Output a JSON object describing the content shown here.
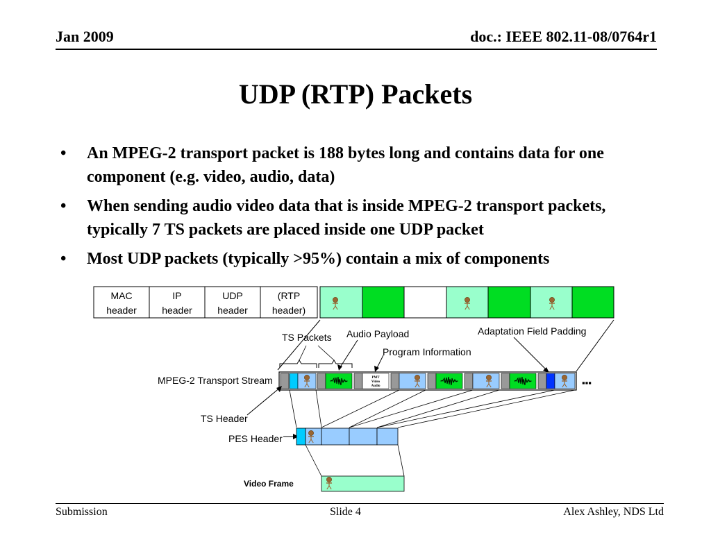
{
  "header": {
    "date": "Jan 2009",
    "doc": "doc.: IEEE 802.11-08/0764r1"
  },
  "title": "UDP (RTP) Packets",
  "bullets": [
    "An MPEG-2 transport packet is 188 bytes long and contains data for one component (e.g. video, audio, data)",
    "When sending audio video data that is inside MPEG-2 transport packets, typically 7 TS packets are placed inside one UDP packet",
    "Most UDP packets (typically >95%) contain a mix of components"
  ],
  "bullet_symbol": "•",
  "udp_packet": {
    "headers": [
      {
        "line1": "MAC",
        "line2": "header"
      },
      {
        "line1": "IP",
        "line2": "header"
      },
      {
        "line1": "UDP",
        "line2": "header"
      },
      {
        "line1": "(RTP",
        "line2": "header)"
      }
    ]
  },
  "labels": {
    "ts_packets": "TS Packets",
    "audio_payload": "Audio Payload",
    "program_information": "Program Information",
    "adaptation_field_padding": "Adaptation Field Padding",
    "mpeg2_transport_stream": "MPEG-2 Transport Stream",
    "ts_header": "TS Header",
    "pes_header": "PES Header",
    "video_frame": "Video Frame",
    "pmt_line1": "PMT",
    "pmt_line2": "Video",
    "pmt_line3": "Audio",
    "ellipsis": "▪▪▪"
  },
  "colors": {
    "video_light_green": "#99ffcc",
    "audio_green": "#00dd22",
    "ts_blue": "#99ccff",
    "ts_gray": "#999999",
    "ts_header_cyan": "#00ccff",
    "padding_blue": "#0033ff",
    "icon_brown": "#996633"
  },
  "footer": {
    "left": "Submission",
    "center": "Slide 4",
    "right": "Alex Ashley, NDS Ltd"
  }
}
